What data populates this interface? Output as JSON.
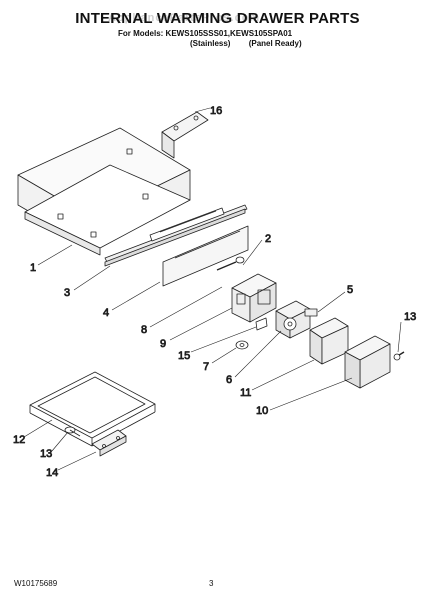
{
  "title": "INTERNAL WARMING DRAWER PARTS",
  "watermark": "AppliancePartsPros.com",
  "models_line": "For Models: KEWS105SSS01,KEWS105SPA01",
  "variant_1": "(Stainless)",
  "variant_2": "(Panel Ready)",
  "callouts": {
    "c16": "16",
    "c1": "1",
    "c3": "3",
    "c4": "4",
    "c2": "2",
    "c8": "8",
    "c5": "5",
    "c9": "9",
    "c15": "15",
    "c7": "7",
    "c6": "6",
    "c11": "11",
    "c13a": "13",
    "c10": "10",
    "c12": "12",
    "c13b": "13",
    "c14": "14"
  },
  "document_number": "W10175689",
  "page_number": "3"
}
